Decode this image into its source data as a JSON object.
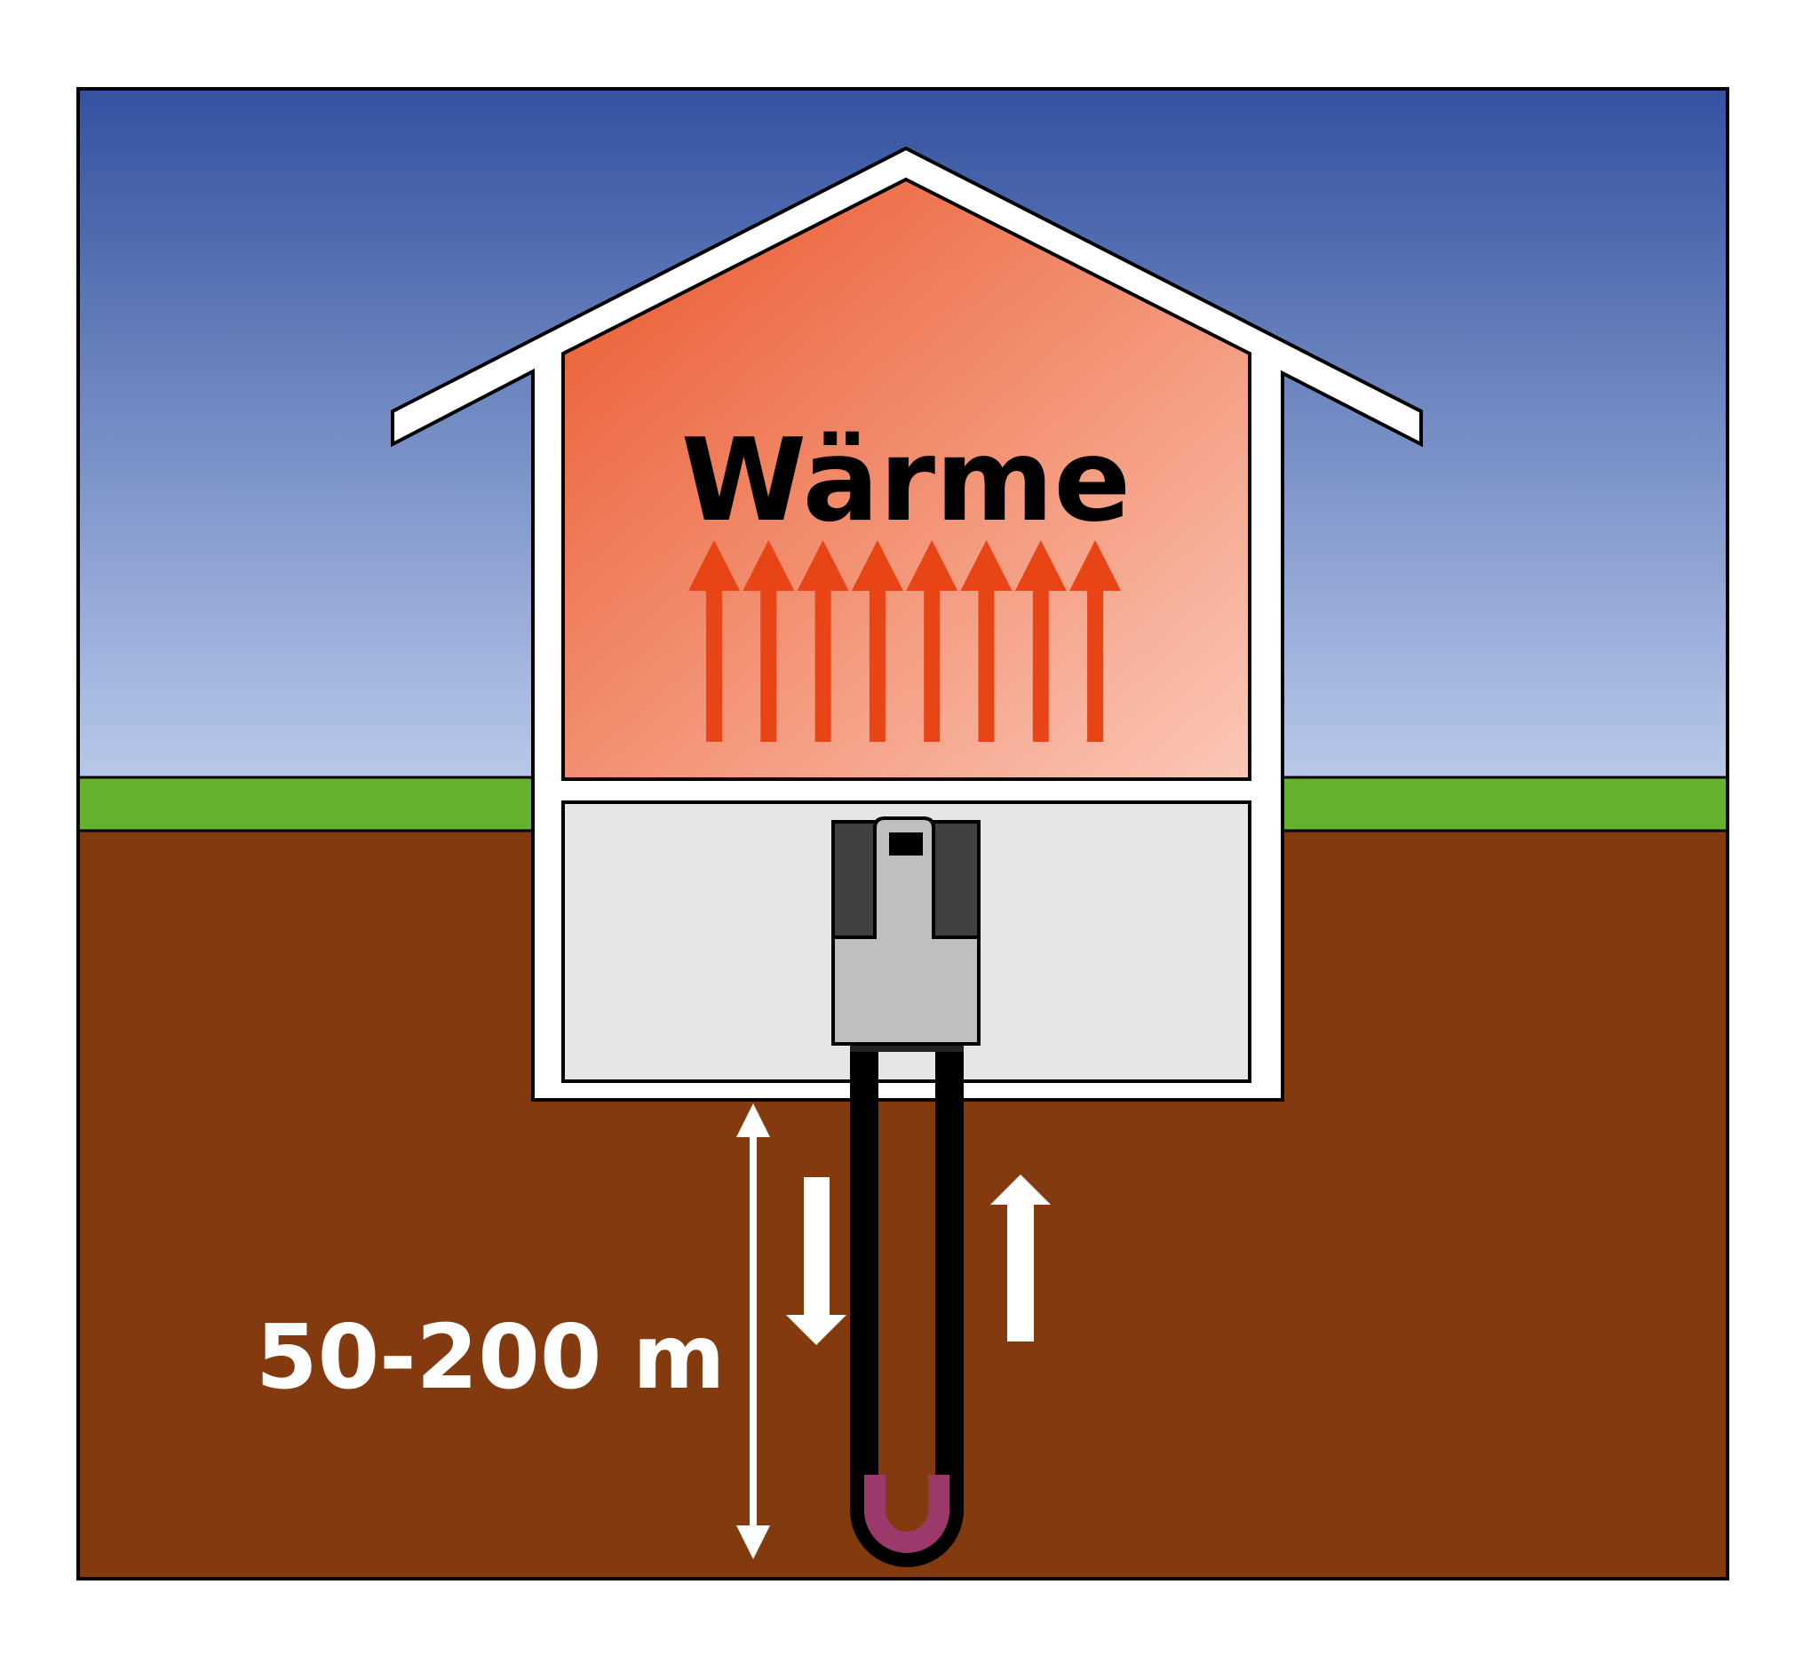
{
  "labels": {
    "heat": "Wärme",
    "depth": "50-200 m"
  },
  "colors": {
    "sky_top": "#3352a0",
    "sky_bottom": "#b8c8ea",
    "grass": "#66b22e",
    "soil": "#833a0e",
    "house_wall": "#ffffff",
    "room_warm_start": "#e9562a",
    "room_warm_end": "#fbc7b6",
    "heat_arrow": "#e84415",
    "basement": "#e6e6e6",
    "heat_pump_body": "#bfbfbf",
    "heat_pump_dark": "#404040",
    "pipe_cold": "#3a6cc8",
    "pipe_hot": "#ff0000",
    "pipe_bottom": "#9b3a6a",
    "flow_arrow": "#ffffff",
    "outline": "#000000"
  },
  "icons": {
    "heat_arrows": "arrow-up-icon",
    "flow_down": "arrow-down-icon",
    "flow_up": "arrow-up-icon",
    "depth_dimension": "double-arrow-vertical-icon",
    "heat_pump": "heat-pump-icon"
  },
  "heat_arrow_count": 8
}
